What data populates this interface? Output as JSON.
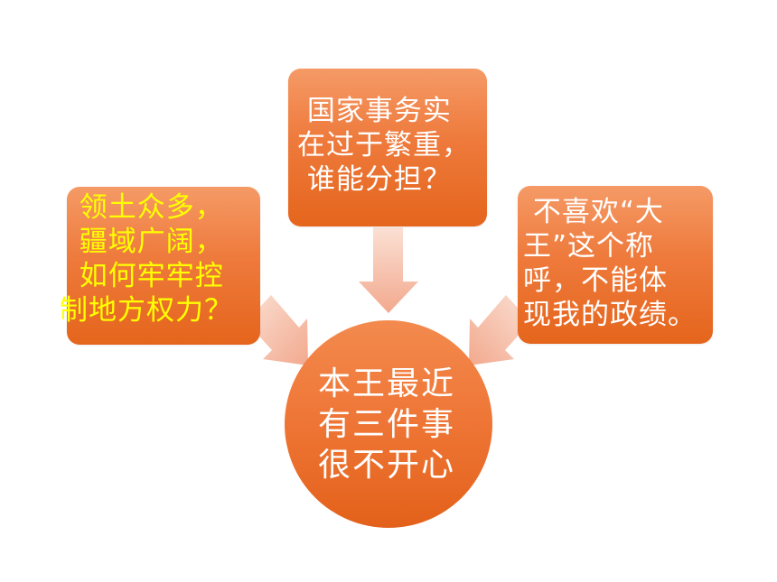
{
  "diagram": {
    "center": {
      "text": "本王最近\n有三件事\n很不开心"
    },
    "left": {
      "text": "  领土众多，\n  疆域广阔，\n  如何牢牢控\n制地方权力？"
    },
    "top": {
      "text": " 国家事务实\n在过于繁重，\n 谁能分担？"
    },
    "right": {
      "text": " 不喜欢“大\n王”这个称\n呼，不能体\n现我的政绩。"
    }
  },
  "colors": {
    "box_orange": "#ee7a3c",
    "arrow_pink": "#f6c2ad",
    "yellow_text": "#ffff00",
    "white_text": "#ffffff"
  }
}
